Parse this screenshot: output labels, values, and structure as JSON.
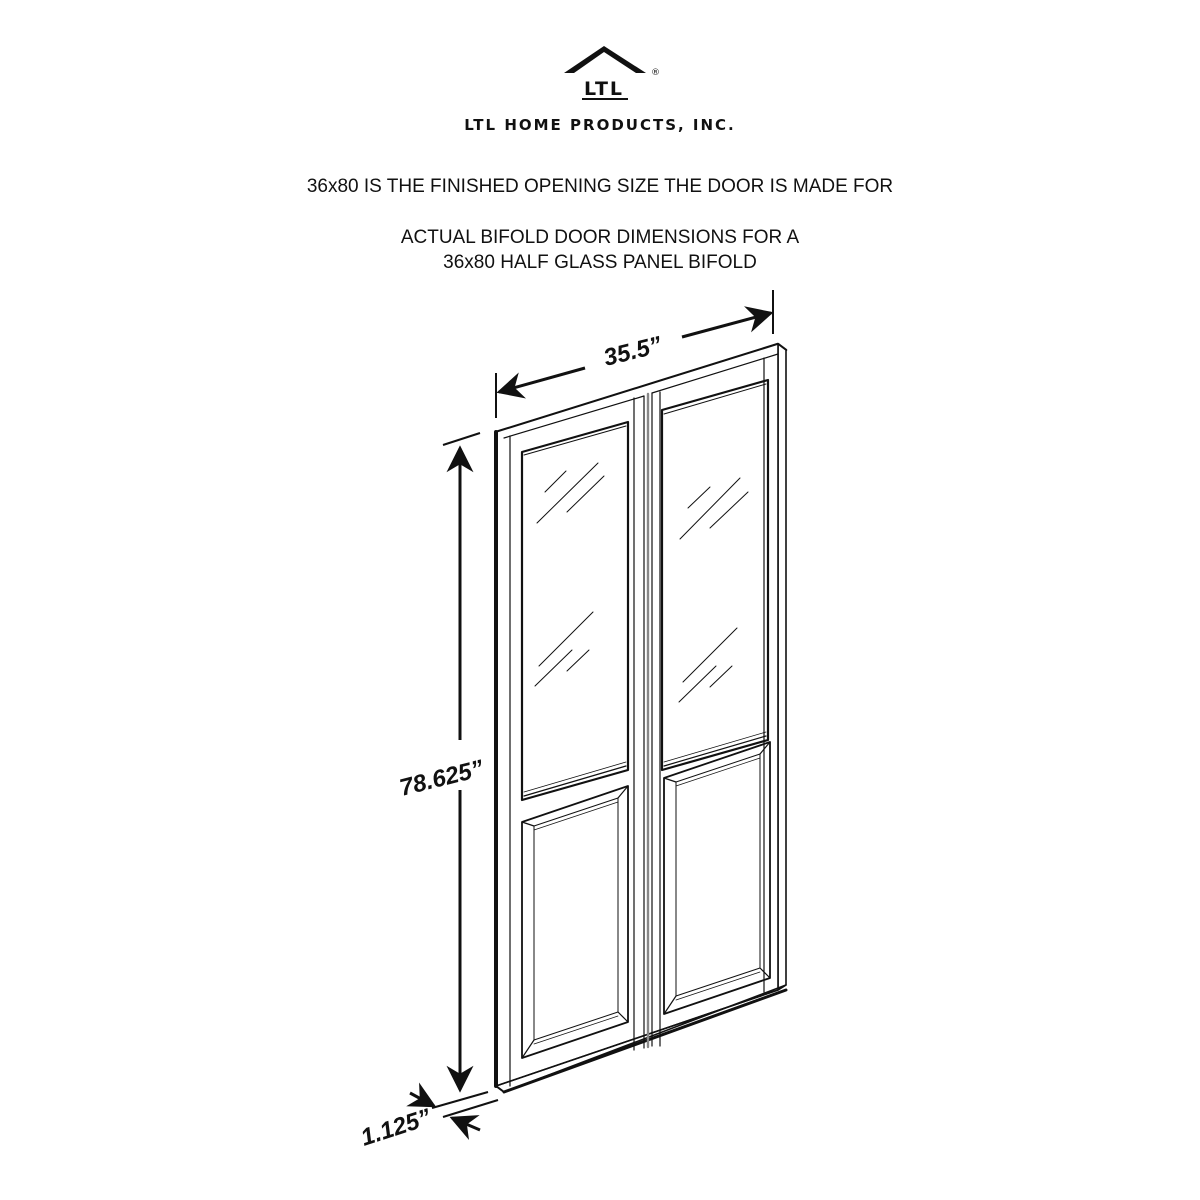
{
  "brand": {
    "logo_text": "LTL",
    "registered_mark": "®",
    "company_name": "LTL HOME PRODUCTS, INC."
  },
  "heading": {
    "line1": "36x80 IS THE FINISHED OPENING SIZE THE DOOR IS MADE FOR",
    "line2": "ACTUAL BIFOLD DOOR DIMENSIONS FOR A",
    "line3": "36x80 HALF GLASS PANEL BIFOLD"
  },
  "diagram": {
    "subject": "Half glass panel bifold door (two panels, upper glass, lower raised panel)",
    "dimensions": {
      "width": "35.5”",
      "height": "78.625”",
      "thickness": "1.125”"
    },
    "line_color": "#111111",
    "background": "#ffffff"
  }
}
